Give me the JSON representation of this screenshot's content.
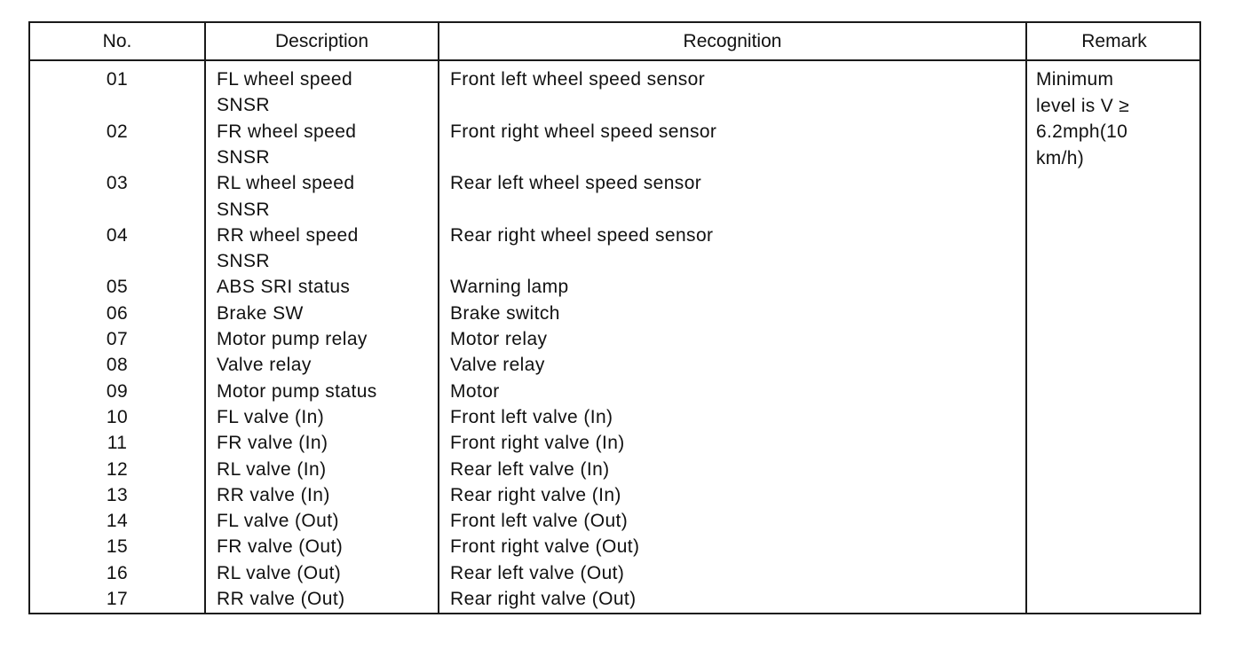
{
  "table": {
    "headers": {
      "no": "No.",
      "description": "Description",
      "recognition": "Recognition",
      "remark": "Remark"
    },
    "rows": [
      {
        "no": "01",
        "description": [
          "FL wheel speed",
          "SNSR"
        ],
        "recognition": "Front left wheel speed sensor"
      },
      {
        "no": "02",
        "description": [
          "FR wheel speed",
          "SNSR"
        ],
        "recognition": "Front right wheel speed sensor"
      },
      {
        "no": "03",
        "description": [
          "RL wheel speed",
          "SNSR"
        ],
        "recognition": "Rear left wheel speed sensor"
      },
      {
        "no": "04",
        "description": [
          "RR wheel speed",
          "SNSR"
        ],
        "recognition": "Rear right wheel speed sensor"
      },
      {
        "no": "05",
        "description": [
          "ABS SRI status"
        ],
        "recognition": "Warning lamp"
      },
      {
        "no": "06",
        "description": [
          "Brake SW"
        ],
        "recognition": "Brake switch"
      },
      {
        "no": "07",
        "description": [
          "Motor pump relay"
        ],
        "recognition": "Motor relay"
      },
      {
        "no": "08",
        "description": [
          "Valve relay"
        ],
        "recognition": "Valve relay"
      },
      {
        "no": "09",
        "description": [
          "Motor pump status"
        ],
        "recognition": "Motor"
      },
      {
        "no": "10",
        "description": [
          "FL valve (In)"
        ],
        "recognition": "Front left valve (In)"
      },
      {
        "no": "11",
        "description": [
          "FR valve (In)"
        ],
        "recognition": "Front right valve (In)"
      },
      {
        "no": "12",
        "description": [
          "RL valve (In)"
        ],
        "recognition": "Rear left valve (In)"
      },
      {
        "no": "13",
        "description": [
          "RR valve (In)"
        ],
        "recognition": "Rear right valve (In)"
      },
      {
        "no": "14",
        "description": [
          "FL valve (Out)"
        ],
        "recognition": "Front left valve (Out)"
      },
      {
        "no": "15",
        "description": [
          "FR valve (Out)"
        ],
        "recognition": "Front right valve (Out)"
      },
      {
        "no": "16",
        "description": [
          "RL valve (Out)"
        ],
        "recognition": "Rear left valve (Out)"
      },
      {
        "no": "17",
        "description": [
          "RR valve (Out)"
        ],
        "recognition": "Rear right valve (Out)"
      }
    ],
    "remark": [
      "Minimum",
      "level is V ≥",
      "6.2mph(10",
      "km/h)"
    ]
  }
}
